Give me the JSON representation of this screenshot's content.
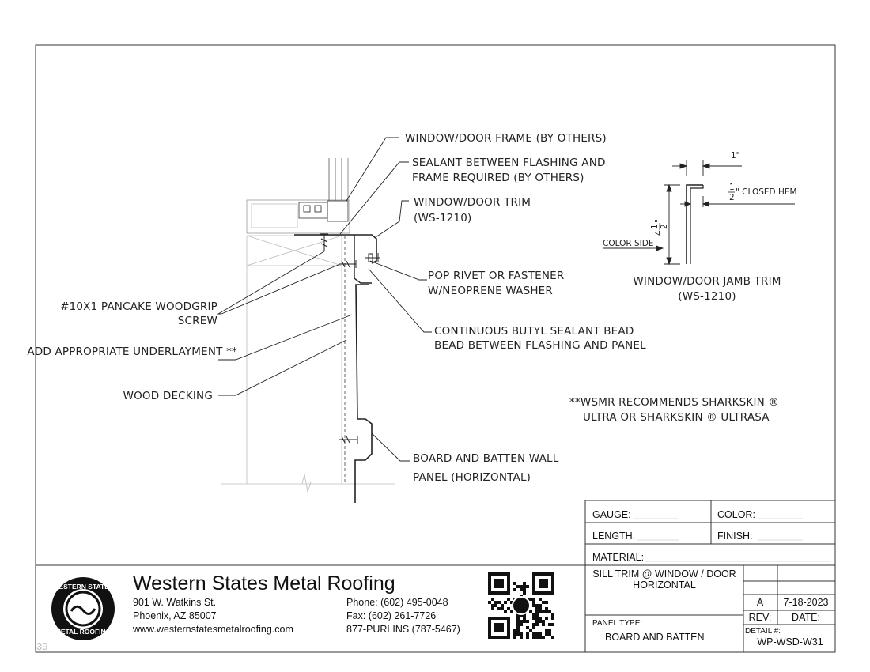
{
  "callouts": {
    "frame": "WINDOW/DOOR FRAME (BY OTHERS)",
    "sealant_1": "SEALANT BETWEEN FLASHING AND",
    "sealant_2": "FRAME REQUIRED (BY OTHERS)",
    "trim_1": "WINDOW/DOOR TRIM",
    "trim_2": "(WS-1210)",
    "pop_rivet_1": "POP RIVET OR FASTENER",
    "pop_rivet_2": "W/NEOPRENE WASHER",
    "screw_1": "#10X1 PANCAKE WOODGRIP",
    "screw_2": "SCREW",
    "butyl_1": "CONTINUOUS BUTYL SEALANT BEAD",
    "butyl_2": "BEAD BETWEEN FLASHING AND PANEL",
    "underlayment": "ADD APPROPRIATE UNDERLAYMENT **",
    "decking": "WOOD DECKING",
    "panel_1": "BOARD AND BATTEN WALL",
    "panel_2": "PANEL (HORIZONTAL)",
    "note_1": "**WSMR RECOMMENDS SHARKSKIN ®",
    "note_2": "ULTRA OR SHARKSKIN ® ULTRASA"
  },
  "jamb_detail": {
    "dim_width": "1\"",
    "hem_num": "1",
    "hem_den": "2",
    "hem_label": "\" CLOSED HEM",
    "height_whole": "4",
    "height_num": "1",
    "height_den": "2",
    "height_unit": "\"",
    "color_side": "COLOR SIDE",
    "title": "WINDOW/DOOR JAMB TRIM",
    "subtitle": "(WS-1210)"
  },
  "title_block": {
    "gauge_label": "GAUGE:",
    "color_label": "COLOR:",
    "length_label": "LENGTH:",
    "finish_label": "FINISH:",
    "material_label": "MATERIAL:",
    "description_1": "SILL TRIM @ WINDOW / DOOR",
    "description_2": "HORIZONTAL",
    "rev_value": "A",
    "date_value": "7-18-2023",
    "rev_label": "REV:",
    "date_label": "DATE:",
    "panel_type_label": "PANEL TYPE:",
    "panel_type_value": "BOARD AND BATTEN",
    "detail_label": "DETAIL #:",
    "detail_value": "WP-WSD-W31"
  },
  "company": {
    "name": "Western States Metal Roofing",
    "address_1": "901 W. Watkins St.",
    "address_2": "Phoenix, AZ 85007",
    "website": "www.westernstatesmetalroofing.com",
    "phone": "Phone: (602) 495-0048",
    "fax": "Fax: (602) 261-7726",
    "tollfree": "877-PURLINS (787-5467)",
    "logo_top": "WESTERN STATES",
    "logo_bottom": "METAL ROOFING"
  },
  "page_number": "39",
  "colors": {
    "line": "#222222",
    "light_line": "#bbbbbb",
    "brand": "#111111"
  },
  "icons": {
    "logo": "wsmr-logo",
    "qr": "qr-code"
  }
}
